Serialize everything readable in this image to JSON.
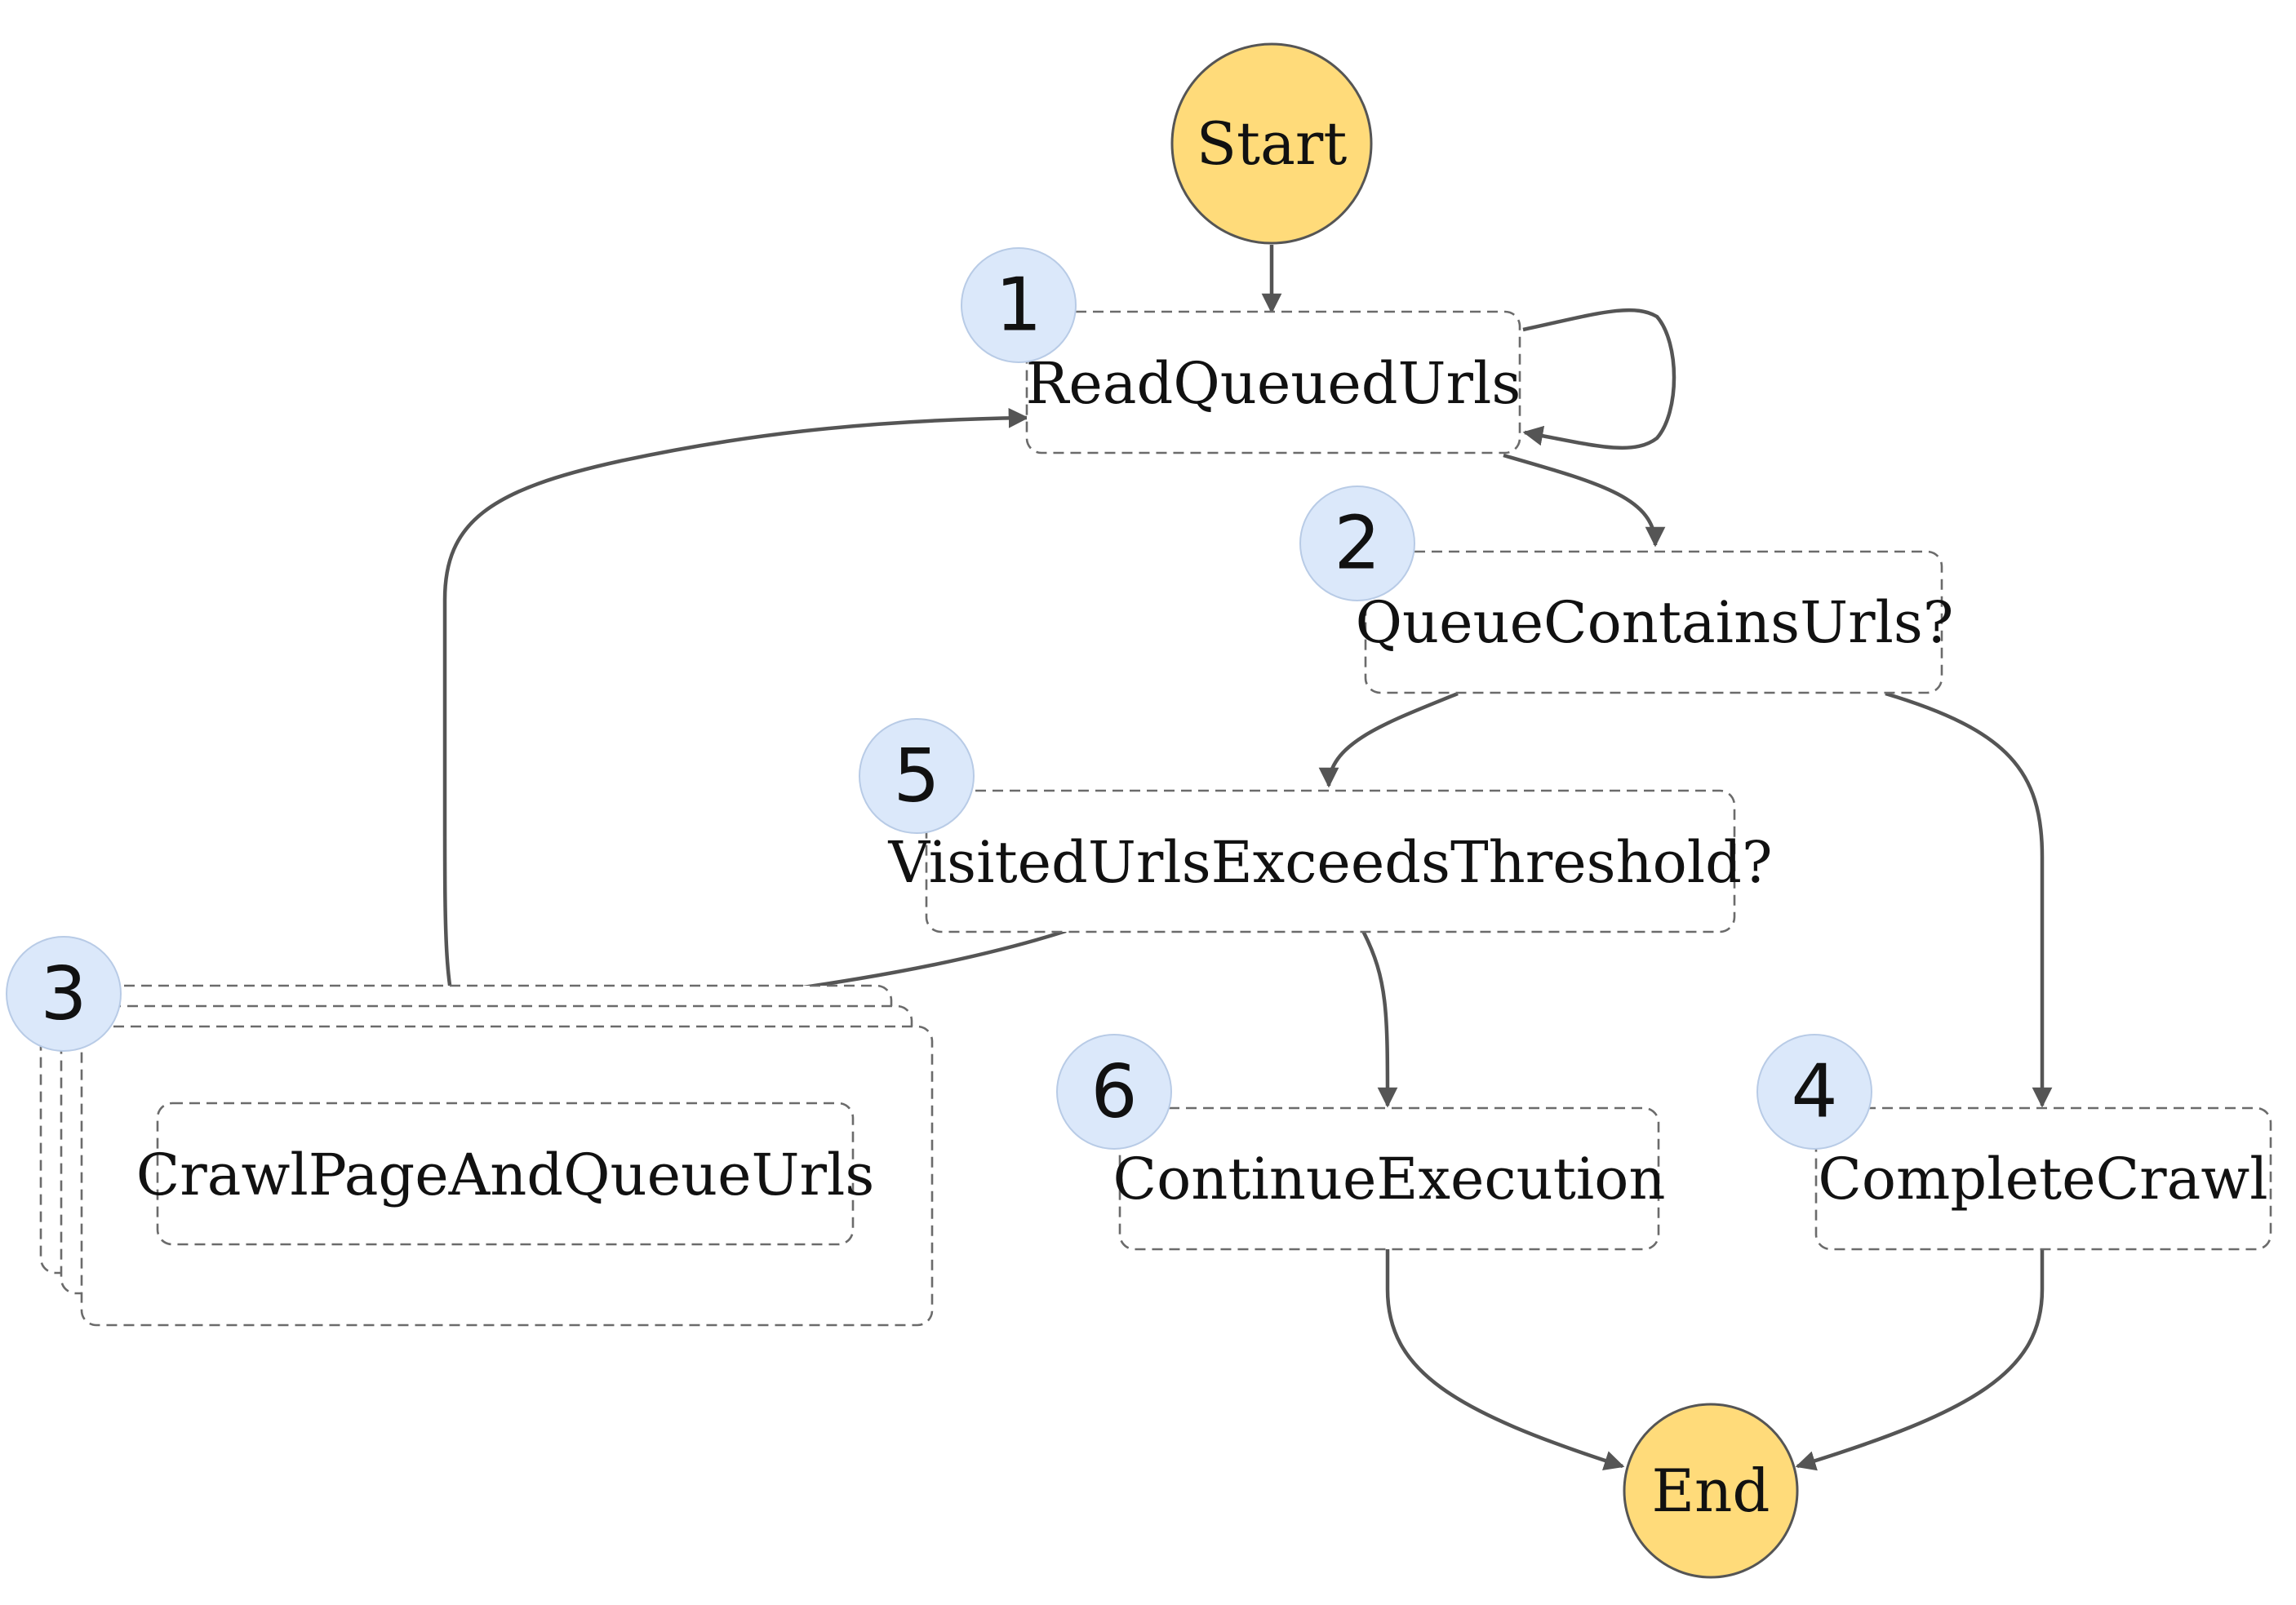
{
  "terminals": {
    "start": "Start",
    "end": "End"
  },
  "states": [
    {
      "id": "read",
      "label": "ReadQueuedUrls",
      "step": "1"
    },
    {
      "id": "queue",
      "label": "QueueContainsUrls?",
      "step": "2"
    },
    {
      "id": "crawl",
      "label": "CrawlPageAndQueueUrls",
      "step": "3"
    },
    {
      "id": "complete",
      "label": "CompleteCrawl",
      "step": "4"
    },
    {
      "id": "visited",
      "label": "VisitedUrlsExceedsThreshold?",
      "step": "5"
    },
    {
      "id": "continue",
      "label": "ContinueExecution",
      "step": "6"
    }
  ],
  "colors": {
    "terminal_fill": "#ffdb7a",
    "badge_fill": "#dbe8fa",
    "edge": "#555555",
    "box_border": "#6b6b6b"
  }
}
